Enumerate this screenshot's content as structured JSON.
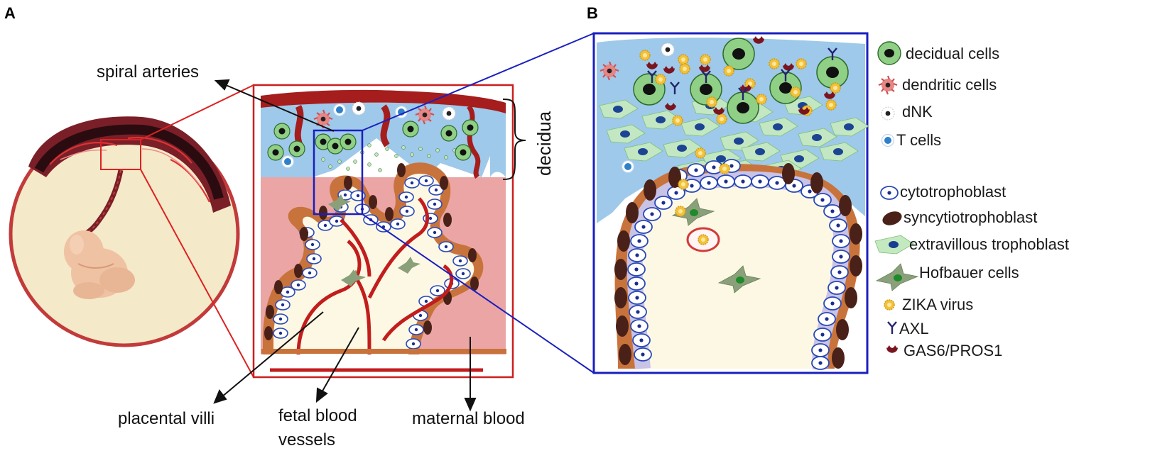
{
  "panels": {
    "a_letter": "A",
    "b_letter": "B"
  },
  "panel_a": {
    "labels": {
      "spiral_arteries": "spiral arteries",
      "decidua": "decidua",
      "placental_villi": "placental villi",
      "fetal_blood_vessels_1": "fetal blood",
      "fetal_blood_vessels_2": "vessels",
      "maternal_blood": "maternal blood"
    }
  },
  "panel_b": {
    "legend": [
      {
        "icon": "decidual-cell-icon",
        "label": "decidual cells"
      },
      {
        "icon": "dendritic-cell-icon",
        "label": "dendritic cells"
      },
      {
        "icon": "dnk-cell-icon",
        "label": "dNK"
      },
      {
        "icon": "t-cell-icon",
        "label": "T cells"
      },
      {
        "icon": "cytotrophoblast-icon",
        "label": "cytotrophoblast"
      },
      {
        "icon": "syncytiotrophoblast-icon",
        "label": "syncytiotrophoblast"
      },
      {
        "icon": "extravillous-trophoblast-icon",
        "label": "extravillous trophoblast"
      },
      {
        "icon": "hofbauer-cell-icon",
        "label": "Hofbauer cells"
      },
      {
        "icon": "zika-virus-icon",
        "label": "ZIKA virus"
      },
      {
        "icon": "axl-receptor-icon",
        "label": "AXL"
      },
      {
        "icon": "gas6-pros1-icon",
        "label": "GAS6/PROS1"
      }
    ]
  },
  "colors": {
    "decidua_blue": "#9ec9ea",
    "maternal_pink": "#eba5a5",
    "villus_cream": "#fdf8e4",
    "artery_red": "#c21d1d",
    "syncytio_orange": "#c8733c",
    "syncytio_dark": "#5a2a1c",
    "decidual_green": "#8fcf86",
    "evt_green": "#c4e9c0",
    "hofbauer_green": "#8aa07a",
    "zika_yellow": "#f2c23a",
    "frame_red": "#cc1f1f",
    "frame_blue": "#1a1fbf"
  }
}
